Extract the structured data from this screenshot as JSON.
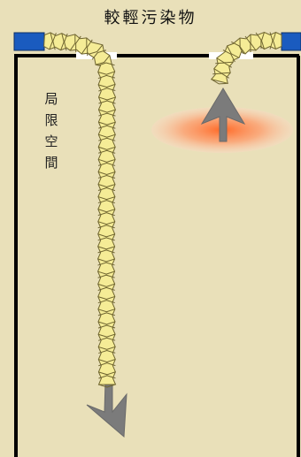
{
  "diagram": {
    "title": "較輕污染物",
    "space_label_chars": [
      "局",
      "限",
      "空",
      "間"
    ]
  },
  "colors": {
    "background": "#e9e0b9",
    "wall": "#000000",
    "duct_fill": "#f5ec96",
    "duct_stroke": "#6f6530",
    "fan_box": "#1a5bbf",
    "arrow": "#7b7b7b",
    "source_glow": "#ff7a3a"
  },
  "icons": {
    "exhaust_duct": "flexible-duct",
    "supply_duct": "flexible-duct",
    "fan": "blower-box",
    "flow_arrow": "down-arrow",
    "rise_arrow": "up-arrow",
    "source": "contaminant-source"
  }
}
